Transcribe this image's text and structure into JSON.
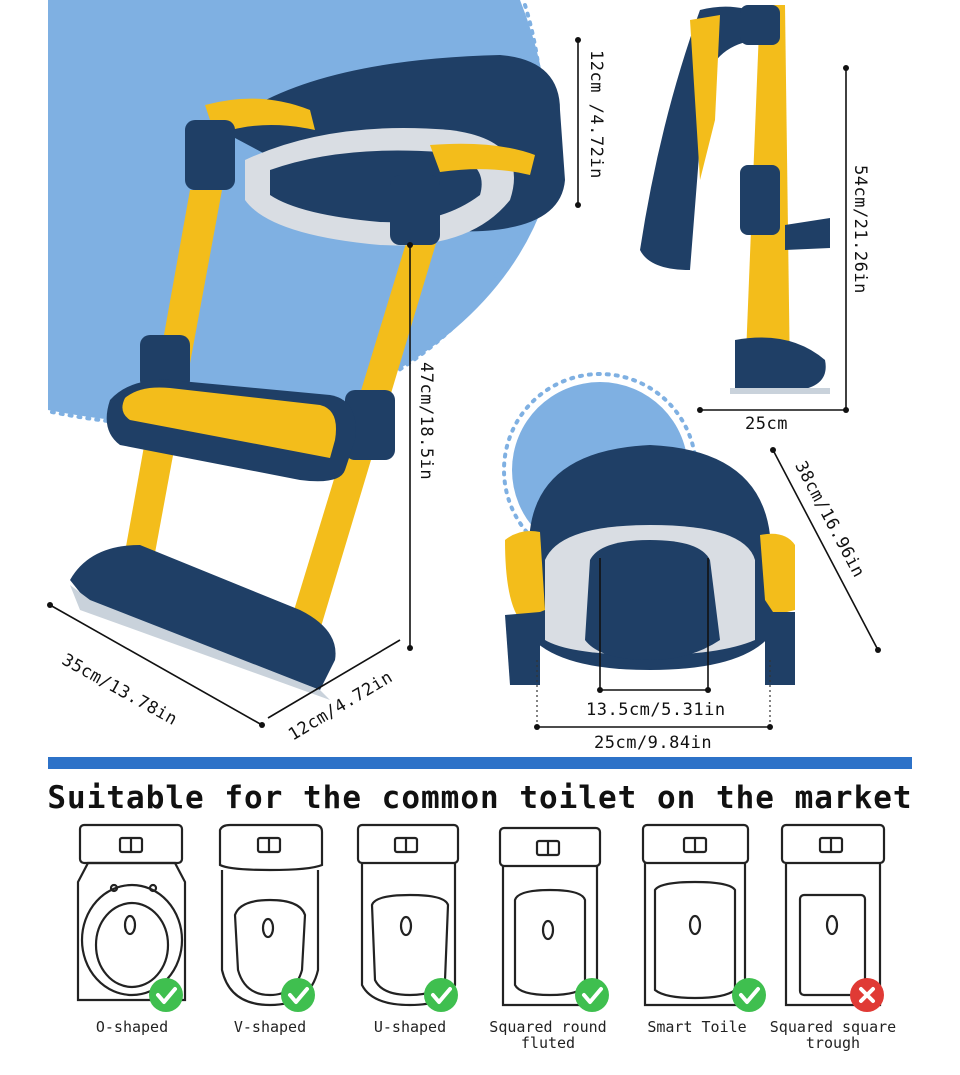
{
  "dimensions": {
    "seat_depth": "12cm /4.72in",
    "ladder_height": "47cm/18.5in",
    "step_width": "35cm/13.78in",
    "step_depth": "12cm/4.72in",
    "folded_height": "54cm/21.26in",
    "folded_base": "25cm",
    "seat_diagonal": "38cm/16.96in",
    "seat_opening": "13.5cm/5.31in",
    "seat_width": "25cm/9.84in"
  },
  "headline": "Suitable for the common toilet on the market",
  "toilets": [
    {
      "label": "O-shaped",
      "icon": "check-icon"
    },
    {
      "label": "V-shaped",
      "icon": "check-icon"
    },
    {
      "label": "U-shaped",
      "icon": "check-icon"
    },
    {
      "label": "Squared round fluted",
      "icon": "check-icon"
    },
    {
      "label": "Smart Toile",
      "icon": "check-icon"
    },
    {
      "label": "Squared square trough",
      "icon": "cross-icon"
    }
  ],
  "colors": {
    "navy": "#1f3f66",
    "yellow": "#f3bd1b",
    "light_blue": "#7fb0e2",
    "accent_blue": "#2d72c8",
    "check_green": "#3fbf4f",
    "cross_red": "#e03a35"
  }
}
